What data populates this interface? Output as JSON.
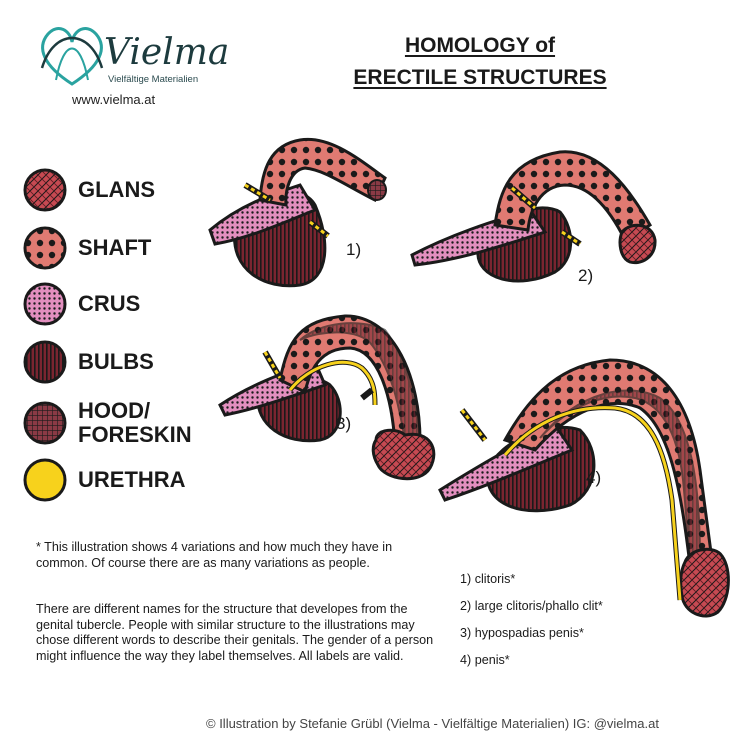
{
  "brand": {
    "name": "Vielma",
    "subtitle": "Vielfältige Materialien",
    "url": "www.vielma.at"
  },
  "title": {
    "line1": "HOMOLOGY of",
    "line2": "ERECTILE STRUCTURES"
  },
  "legend": [
    {
      "label": "GLANS",
      "pattern": "hatch-cross"
    },
    {
      "label": "SHAFT",
      "pattern": "dots-large"
    },
    {
      "label": "CRUS",
      "pattern": "dots-small"
    },
    {
      "label": "BULBS",
      "pattern": "lines-vertical"
    },
    {
      "label": "HOOD/\nFORESKIN",
      "pattern": "grid"
    },
    {
      "label": "URETHRA",
      "pattern": "solid-yellow"
    }
  ],
  "colors": {
    "glans": "#c64a52",
    "shaft": "#e07a72",
    "crus": "#e38fbf",
    "bulbs": "#5a1a22",
    "hood": "#8a3a45",
    "urethra": "#f7d21c",
    "brand": "#2aa3a0"
  },
  "figure_labels": [
    "1)",
    "2)",
    "3)",
    "4)"
  ],
  "notes": {
    "note1": "* This illustration shows 4 variations and how much they have in common. Of course there are as many variations as people.",
    "note2": "There are different names for the structure that developes from the genital tubercle. People with similar structure to the illustrations may chose different words to describe their genitals. The gender of a person might influence the way they label themselves. All labels are valid."
  },
  "variants": [
    "1) clitoris*",
    "2) large clitoris/phallo clit*",
    "3) hypospadias penis*",
    "4) penis*"
  ],
  "credit": "© Illustration by Stefanie Grübl (Vielma - Vielfältige Materialien) IG: @vielma.at"
}
